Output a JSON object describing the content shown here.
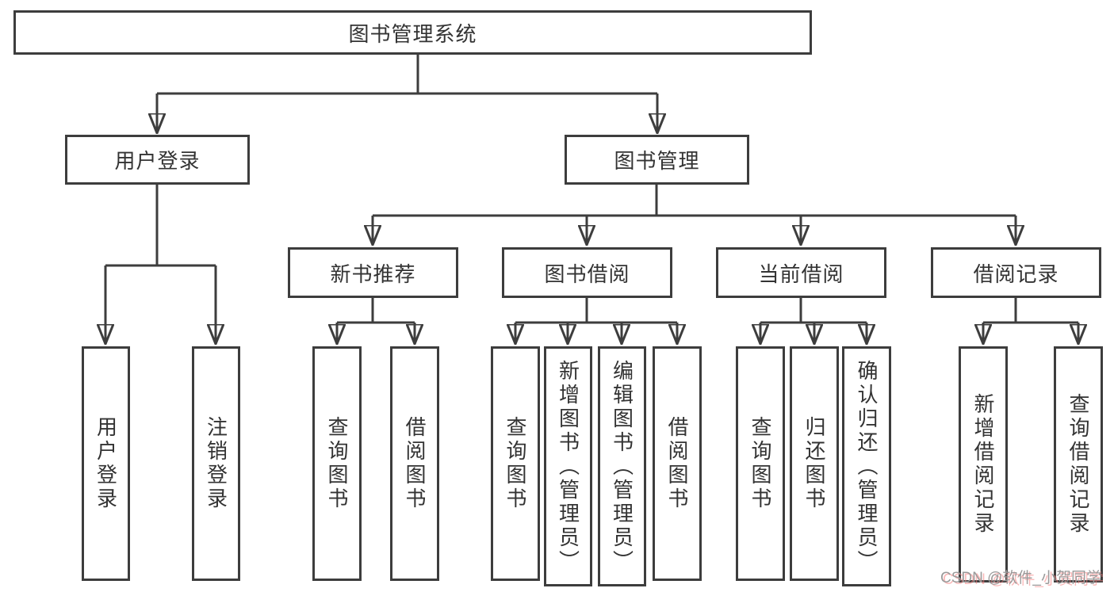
{
  "tree": {
    "label": "图书管理系统",
    "children": [
      {
        "label": "用户登录",
        "children": [
          {
            "label": "用户登录"
          },
          {
            "label": "注销登录"
          }
        ]
      },
      {
        "label": "图书管理",
        "children": [
          {
            "label": "新书推荐",
            "children": [
              {
                "label": "查询图书"
              },
              {
                "label": "借阅图书"
              }
            ]
          },
          {
            "label": "图书借阅",
            "children": [
              {
                "label": "查询图书"
              },
              {
                "label": "新增图书（管理员）"
              },
              {
                "label": "编辑图书（管理员）"
              },
              {
                "label": "借阅图书"
              }
            ]
          },
          {
            "label": "当前借阅",
            "children": [
              {
                "label": "查询图书"
              },
              {
                "label": "归还图书"
              },
              {
                "label": "确认归还（管理员）"
              }
            ]
          },
          {
            "label": "借阅记录",
            "children": [
              {
                "label": "新增借阅记录"
              },
              {
                "label": "查询借阅记录"
              }
            ]
          }
        ]
      }
    ]
  },
  "watermark": "CSDN @软件_小贺同学",
  "colors": {
    "line": "#3d3d3d",
    "text": "#333333",
    "background": "#ffffff",
    "watermark": "#9a9a9a",
    "watermark_shadow": "#f88282"
  }
}
